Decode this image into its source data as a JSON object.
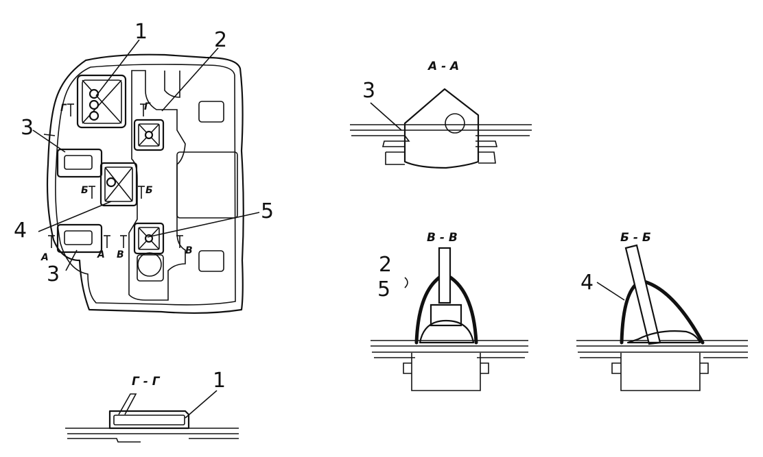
{
  "plan": {
    "callouts": [
      "1",
      "2",
      "3",
      "4",
      "5",
      "3"
    ],
    "marks": {
      "g_left": "Г",
      "g_right": "Г",
      "b_left": "Б",
      "b_right": "Б",
      "a_left": "А",
      "a_right": "А",
      "v_left": "В",
      "v_right": "В"
    }
  },
  "section_aa": {
    "title": "А - А",
    "callout": "3"
  },
  "section_vv": {
    "title": "В - В",
    "callout_top": "2",
    "callout_bottom": "5"
  },
  "section_bb": {
    "title": "Б - Б",
    "callout": "4"
  },
  "section_gg": {
    "title": "Г - Г",
    "callout": "1"
  }
}
